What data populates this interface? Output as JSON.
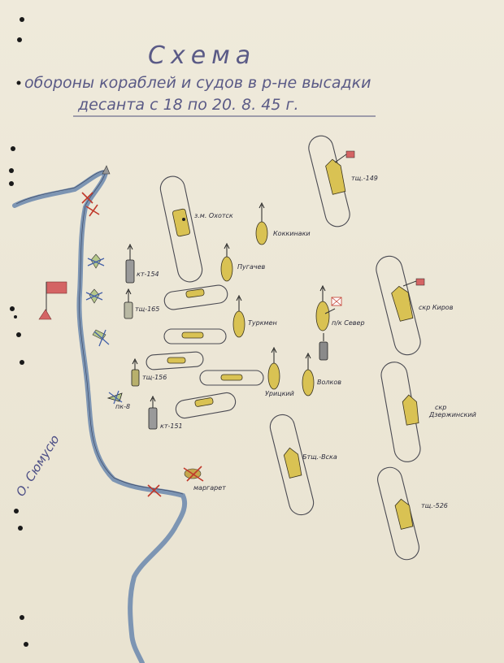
{
  "title": {
    "line1": "Схема",
    "line2": "обороны кораблей и судов в р-не высадки",
    "line3": "десанта с 18 по 20. 8. 45 г."
  },
  "island_label": "О. Сюмусю",
  "ships": [
    {
      "id": "zm_okhotsk",
      "label": "з.м. Охотск"
    },
    {
      "id": "tshch149",
      "label": "тщ.-149"
    },
    {
      "id": "kokkinaki",
      "label": "Коккинаки"
    },
    {
      "id": "kt154",
      "label": "кт-154"
    },
    {
      "id": "pugachev",
      "label": "Пугачев"
    },
    {
      "id": "skr_kirov",
      "label": "скр Киров"
    },
    {
      "id": "tshch165",
      "label": "тщ-165"
    },
    {
      "id": "turkmen",
      "label": "Туркмен"
    },
    {
      "id": "pk_sever",
      "label": "п/к Север"
    },
    {
      "id": "tshch156",
      "label": "тщ-156"
    },
    {
      "id": "uritsky",
      "label": "Урицкий"
    },
    {
      "id": "volkov",
      "label": "Волков"
    },
    {
      "id": "pk8",
      "label": "пк-8"
    },
    {
      "id": "skr_dzerzhinsky_1",
      "label": "скр"
    },
    {
      "id": "skr_dzerzhinsky_2",
      "label": "Дзержинский"
    },
    {
      "id": "kt151",
      "label": "кт-151"
    },
    {
      "id": "btshch_veka",
      "label": "Бтщ.-Вска"
    },
    {
      "id": "margarett",
      "label": "маргарет"
    },
    {
      "id": "tshch526",
      "label": "тщ.-526"
    }
  ],
  "colors": {
    "ship_fill": "#d9c253",
    "river": "#7d95b3",
    "enemy_mark": "#c0392b",
    "flag": "#d46464",
    "pencil": "#3b3b48"
  },
  "icons": [
    "flag-icon",
    "red-cross-mark-icon",
    "arrow-icon",
    "anchor-icon"
  ]
}
